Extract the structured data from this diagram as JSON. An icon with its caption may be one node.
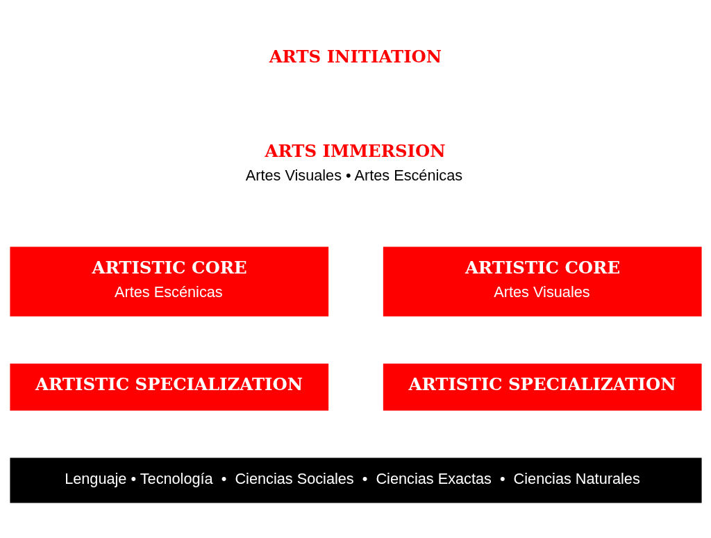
{
  "diagram": {
    "nodes": [
      {
        "text": [
          "ARTS INITIATION"
        ]
      },
      {
        "text": [
          "ARTS IMMERSION",
          "Artes Visuales • Artes Escénicas"
        ]
      },
      {
        "text": [
          "ARTISTIC CORE",
          "Artes Escénicas"
        ]
      },
      {
        "text": [
          "ARTISTIC CORE",
          "Artes Visuales"
        ]
      },
      {
        "text": [
          "ARTISTIC SPECIALIZATION"
        ]
      },
      {
        "text": [
          "ARTISTIC SPECIALIZATION"
        ]
      },
      {
        "text": [
          "Lenguaje • Tecnología  •  Ciencias Sociales  •  Ciencias Exactas  •  Ciencias Naturales"
        ]
      }
    ],
    "edges": []
  }
}
